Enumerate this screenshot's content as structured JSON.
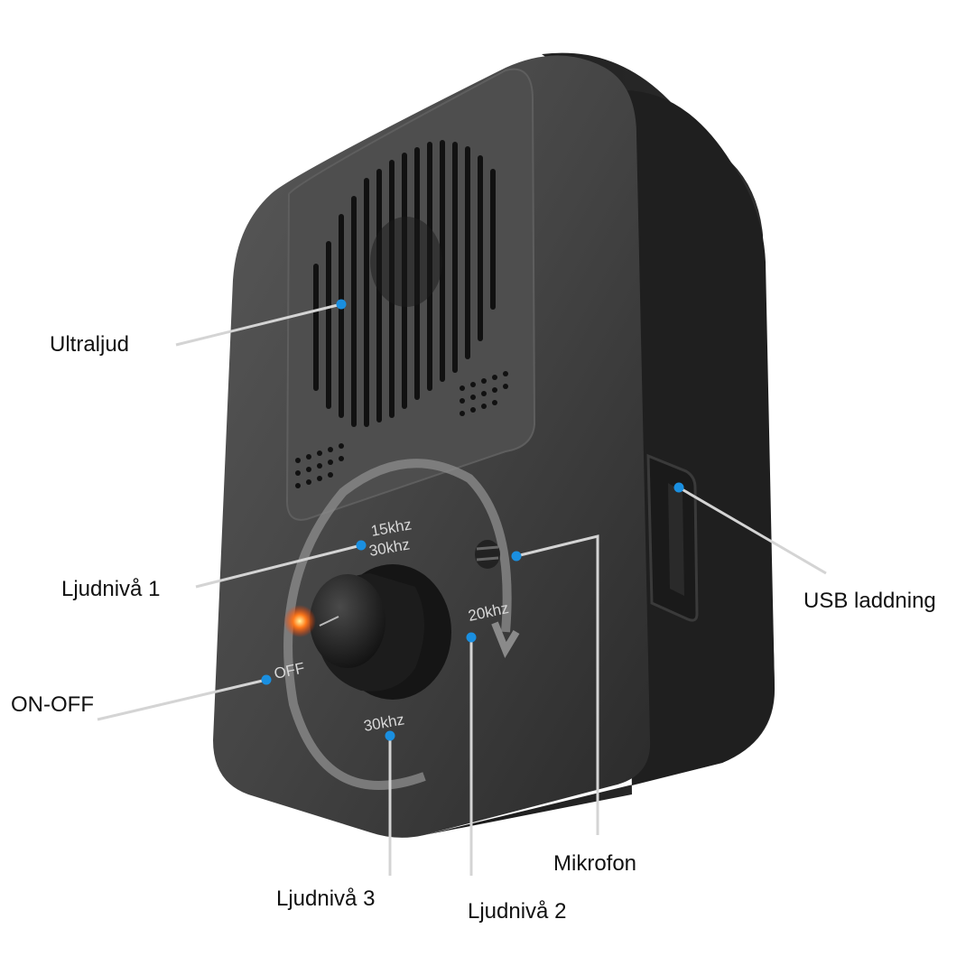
{
  "callouts": {
    "ultrasound": "Ultraljud",
    "level1": "Ljudnivå 1",
    "on_off": "ON-OFF",
    "level3": "Ljudnivå 3",
    "level2": "Ljudnivå 2",
    "microphone": "Mikrofon",
    "usb": "USB laddning"
  },
  "device_labels": {
    "top_line1": "15khz",
    "top_line2": "30khz",
    "right": "20khz",
    "bottom": "30khz",
    "off": "OFF"
  },
  "colors": {
    "dot": "#1a8fe0",
    "line": "#d4d4d4",
    "device": "#3a3a3a",
    "led": "#ff7a1a"
  }
}
